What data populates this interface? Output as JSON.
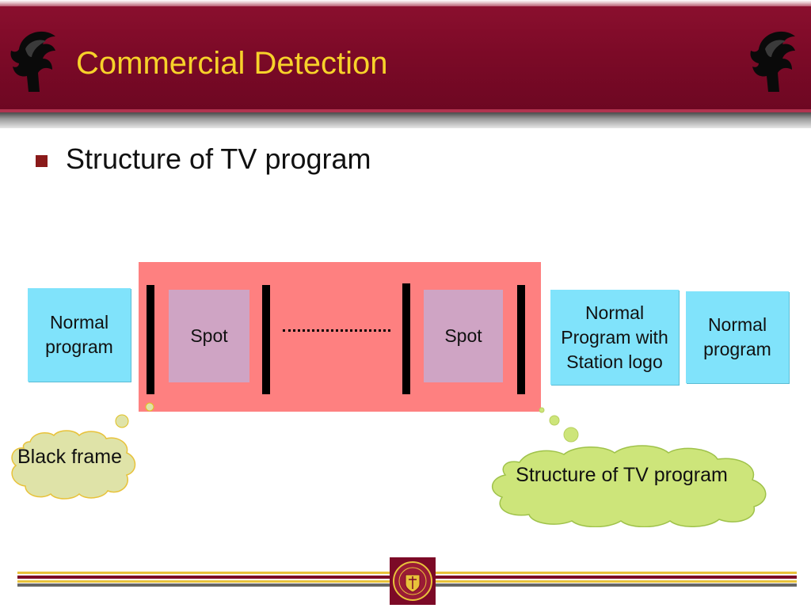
{
  "slide": {
    "title": "Commercial Detection",
    "bullet": "Structure of TV program"
  },
  "diagram": {
    "left_box": "Normal program",
    "spot_1": "Spot",
    "spot_2": "Spot",
    "logo_box": "Normal Program with Station logo",
    "right_box": "Normal program",
    "callout_left": "Black frame",
    "callout_right": "Structure of TV program"
  },
  "colors": {
    "banner": "#7c0a27",
    "title": "#f7d22a",
    "commercial_block": "#fe8080",
    "program_box": "#80e3fb",
    "spot_box": "#cfa4c4",
    "callout_left": "#dfe3a8",
    "callout_right": "#cde57a"
  },
  "icons": {
    "header_logo": "trojan-helmet-icon",
    "footer_logo": "university-seal-icon"
  }
}
